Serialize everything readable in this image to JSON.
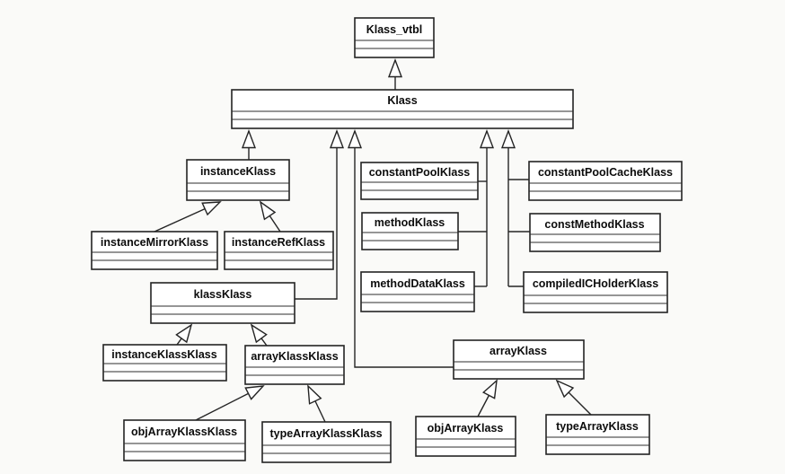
{
  "diagram": {
    "type": "uml-class-diagram",
    "notation": "generalization (hollow triangle points to superclass)"
  },
  "classes": [
    {
      "name": "Klass_vtbl"
    },
    {
      "name": "Klass"
    },
    {
      "name": "instanceKlass"
    },
    {
      "name": "constantPoolKlass"
    },
    {
      "name": "constantPoolCacheKlass"
    },
    {
      "name": "instanceMirrorKlass"
    },
    {
      "name": "instanceRefKlass"
    },
    {
      "name": "methodKlass"
    },
    {
      "name": "constMethodKlass"
    },
    {
      "name": "klassKlass"
    },
    {
      "name": "methodDataKlass"
    },
    {
      "name": "compiledICHolderKlass"
    },
    {
      "name": "instanceKlassKlass"
    },
    {
      "name": "arrayKlassKlass"
    },
    {
      "name": "arrayKlass"
    },
    {
      "name": "objArrayKlassKlass"
    },
    {
      "name": "typeArrayKlassKlass"
    },
    {
      "name": "objArrayKlass"
    },
    {
      "name": "typeArrayKlass"
    }
  ],
  "relationships": [
    {
      "child": "Klass",
      "parent": "Klass_vtbl",
      "type": "generalization"
    },
    {
      "child": "instanceKlass",
      "parent": "Klass",
      "type": "generalization"
    },
    {
      "child": "klassKlass",
      "parent": "Klass",
      "type": "generalization"
    },
    {
      "child": "arrayKlass",
      "parent": "Klass",
      "type": "generalization"
    },
    {
      "child": "constantPoolKlass",
      "parent": "Klass",
      "type": "generalization"
    },
    {
      "child": "methodKlass",
      "parent": "Klass",
      "type": "generalization"
    },
    {
      "child": "methodDataKlass",
      "parent": "Klass",
      "type": "generalization"
    },
    {
      "child": "constantPoolCacheKlass",
      "parent": "Klass",
      "type": "generalization"
    },
    {
      "child": "constMethodKlass",
      "parent": "Klass",
      "type": "generalization"
    },
    {
      "child": "compiledICHolderKlass",
      "parent": "Klass",
      "type": "generalization"
    },
    {
      "child": "instanceMirrorKlass",
      "parent": "instanceKlass",
      "type": "generalization"
    },
    {
      "child": "instanceRefKlass",
      "parent": "instanceKlass",
      "type": "generalization"
    },
    {
      "child": "instanceKlassKlass",
      "parent": "klassKlass",
      "type": "generalization"
    },
    {
      "child": "arrayKlassKlass",
      "parent": "klassKlass",
      "type": "generalization"
    },
    {
      "child": "objArrayKlassKlass",
      "parent": "arrayKlassKlass",
      "type": "generalization"
    },
    {
      "child": "typeArrayKlassKlass",
      "parent": "arrayKlassKlass",
      "type": "generalization"
    },
    {
      "child": "objArrayKlass",
      "parent": "arrayKlass",
      "type": "generalization"
    },
    {
      "child": "typeArrayKlass",
      "parent": "arrayKlass",
      "type": "generalization"
    }
  ]
}
